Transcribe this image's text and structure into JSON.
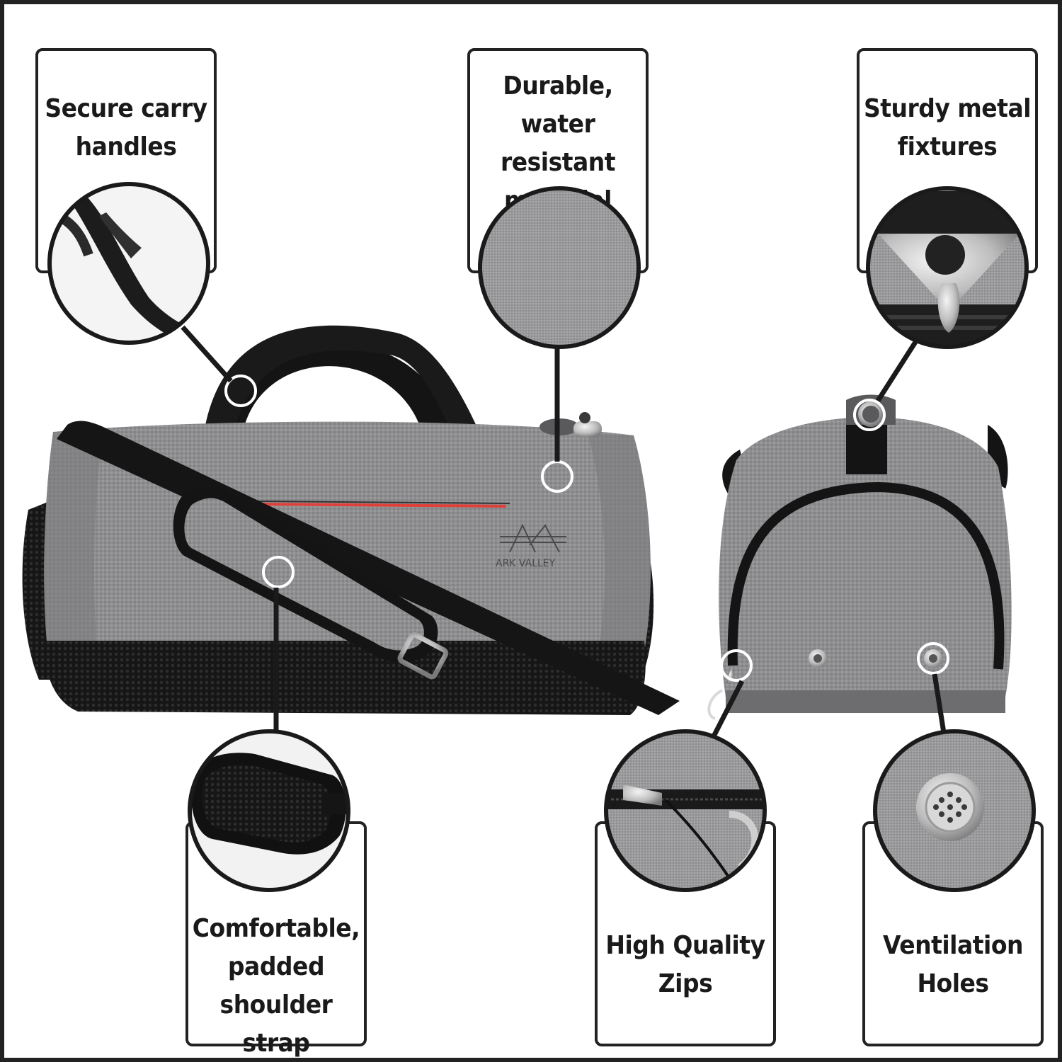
{
  "callouts": {
    "carry_handles": {
      "line1": "Secure carry",
      "line2": "handles"
    },
    "material": {
      "line1": "Durable,",
      "line2": "water resistant",
      "line3": "material"
    },
    "metal_fixtures": {
      "line1": "Sturdy metal",
      "line2": "fixtures"
    },
    "shoulder_strap": {
      "line1": "Comfortable,",
      "line2": "padded shoulder",
      "line3": "strap"
    },
    "zips": {
      "line1": "High Quality",
      "line2": "Zips"
    },
    "ventilation": {
      "line1": "Ventilation",
      "line2": "Holes"
    }
  },
  "brand": {
    "logo_text": "ARK VALLEY"
  },
  "colors": {
    "bag_grey": "#8c8c8e",
    "strap_black": "#141414",
    "zip_accent": "#e0403a",
    "metal": "#c9c9c9"
  }
}
